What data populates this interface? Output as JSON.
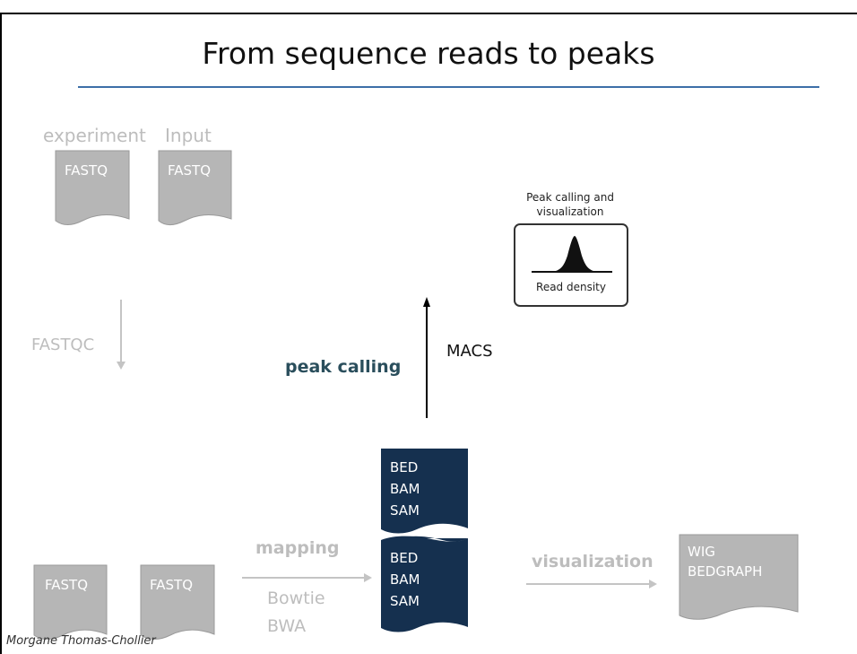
{
  "title": "From sequence reads to peaks",
  "inputs": {
    "experiment_label": "experiment",
    "input_label": "Input",
    "doc1": "FASTQ",
    "doc2": "FASTQ"
  },
  "qc": {
    "label": "FASTQC"
  },
  "bottom_fastq": {
    "doc1": "FASTQ",
    "doc2": "FASTQ"
  },
  "mapping": {
    "label": "mapping",
    "tool1": "Bowtie",
    "tool2": "BWA"
  },
  "aligned_upper": {
    "line1": "BED",
    "line2": "BAM",
    "line3": "SAM"
  },
  "aligned_lower": {
    "line1": "BED",
    "line2": "BAM",
    "line3": "SAM"
  },
  "peak": {
    "label": "peak calling",
    "tool": "MACS"
  },
  "visualization": {
    "label": "visualization",
    "line1": "WIG",
    "line2": "BEDGRAPH"
  },
  "result_icon": {
    "caption_line1": "Peak calling and",
    "caption_line2": "visualization",
    "sublabel": "Read density"
  },
  "footer": "Morgane Thomas-Chollier",
  "colors": {
    "dark_doc": "#15304f",
    "grey_doc": "#b6b6b6",
    "accent_line": "#3d6fa8",
    "dark_label": "#2a4e5c"
  }
}
